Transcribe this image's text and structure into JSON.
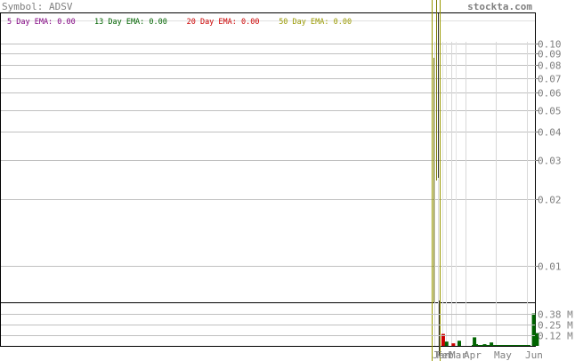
{
  "header": {
    "symbol_label": "Symbol: ADSV",
    "site": "stockta.com"
  },
  "legend": [
    {
      "label": "5 Day EMA:",
      "value": "0.00",
      "color": "#800080"
    },
    {
      "label": "13 Day EMA:",
      "value": "0.00",
      "color": "#006400"
    },
    {
      "label": "20 Day EMA:",
      "value": "0.00",
      "color": "#cc0000"
    },
    {
      "label": "50 Day EMA:",
      "value": "0.00",
      "color": "#999900"
    }
  ],
  "colors": {
    "grid": "#c0c0c0",
    "axis_text": "#808080",
    "volume_up": "#006400",
    "volume_down": "#cc0000",
    "price_line": "#333333"
  },
  "chart_data": [
    {
      "type": "line",
      "title": "Symbol: ADSV",
      "scale": "log",
      "ylim": [
        0.0065,
        0.1
      ],
      "grid": true,
      "y_ticks": [
        0.1,
        0.09,
        0.08,
        0.07,
        0.06,
        0.05,
        0.04,
        0.03,
        0.02,
        0.01
      ],
      "y_tick_labels": [
        "0.10",
        "0.09",
        "0.08",
        "0.07",
        "0.06",
        "0.05",
        "0.04",
        "0.03",
        "0.02",
        "0.01"
      ],
      "x_tick_labels": [
        "Jan",
        "Feb",
        "Mar",
        "Apr",
        "May",
        "Jun"
      ],
      "series": [
        {
          "name": "5 Day EMA",
          "values": [
            0.0
          ]
        },
        {
          "name": "13 Day EMA",
          "values": [
            0.0
          ]
        },
        {
          "name": "20 Day EMA",
          "values": [
            0.0
          ]
        },
        {
          "name": "50 Day EMA",
          "values": [
            0.0
          ]
        }
      ]
    },
    {
      "type": "bar",
      "y_tick_labels": [
        "0.38 M",
        "0.25 M",
        "0.12 M"
      ],
      "y_ticks": [
        0.38,
        0.25,
        0.12
      ],
      "ylim": [
        0,
        0.5
      ],
      "volume_bars": [
        {
          "day": 1,
          "value": 0.14,
          "dir": "down"
        },
        {
          "day": 5,
          "value": 0.05,
          "dir": "up"
        },
        {
          "day": 13,
          "value": 0.03,
          "dir": "down"
        },
        {
          "day": 20,
          "value": 0.06,
          "dir": "up"
        },
        {
          "day": 38,
          "value": 0.1,
          "dir": "up"
        },
        {
          "day": 40,
          "value": 0.02,
          "dir": "up"
        },
        {
          "day": 50,
          "value": 0.02,
          "dir": "up"
        },
        {
          "day": 58,
          "value": 0.04,
          "dir": "up"
        },
        {
          "day": 66,
          "value": 0.01,
          "dir": "up"
        },
        {
          "day": 90,
          "value": 0.01,
          "dir": "up"
        },
        {
          "day": 108,
          "value": 0.38,
          "dir": "up"
        },
        {
          "day": 112,
          "value": 0.15,
          "dir": "up"
        }
      ]
    }
  ]
}
